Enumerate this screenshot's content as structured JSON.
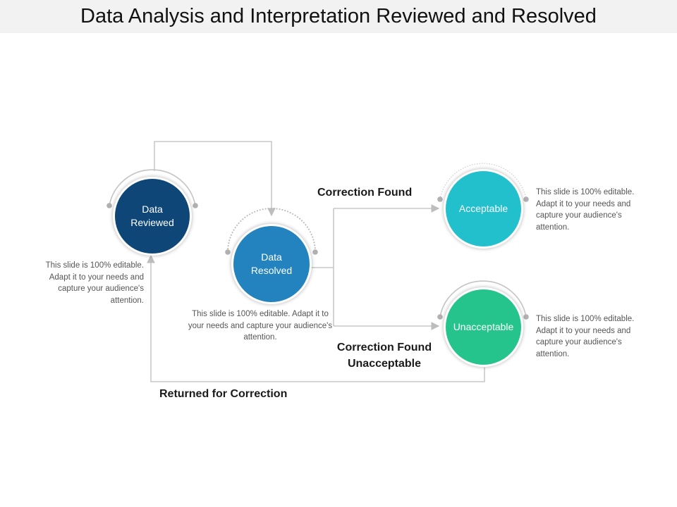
{
  "title": "Data Analysis and Interpretation Reviewed and Resolved",
  "nodes": {
    "reviewed": {
      "label": "Data\nReviewed",
      "color": "#0d4677"
    },
    "resolved": {
      "label": "Data\nResolved",
      "color": "#2383be"
    },
    "acceptable": {
      "label": "Acceptable",
      "color": "#22bfcd"
    },
    "unacceptable": {
      "label": "Unacceptable",
      "color": "#25c48c"
    }
  },
  "notes": {
    "reviewed": "This slide is 100% editable. Adapt it to your needs and capture your audience's attention.",
    "resolved": "This slide is 100% editable. Adapt it to your needs and capture your audience's attention.",
    "acceptable": "This slide is 100% editable. Adapt it to your needs and capture your audience's attention.",
    "unacceptable": "This slide is 100% editable. Adapt it to your needs and capture your audience's attention."
  },
  "labels": {
    "correction_found": "Correction Found",
    "correction_unacceptable": "Correction Found\nUnacceptable",
    "returned": "Returned for Correction"
  },
  "colors": {
    "connector": "#bdbdbd",
    "dot": "#b0b0b0"
  }
}
